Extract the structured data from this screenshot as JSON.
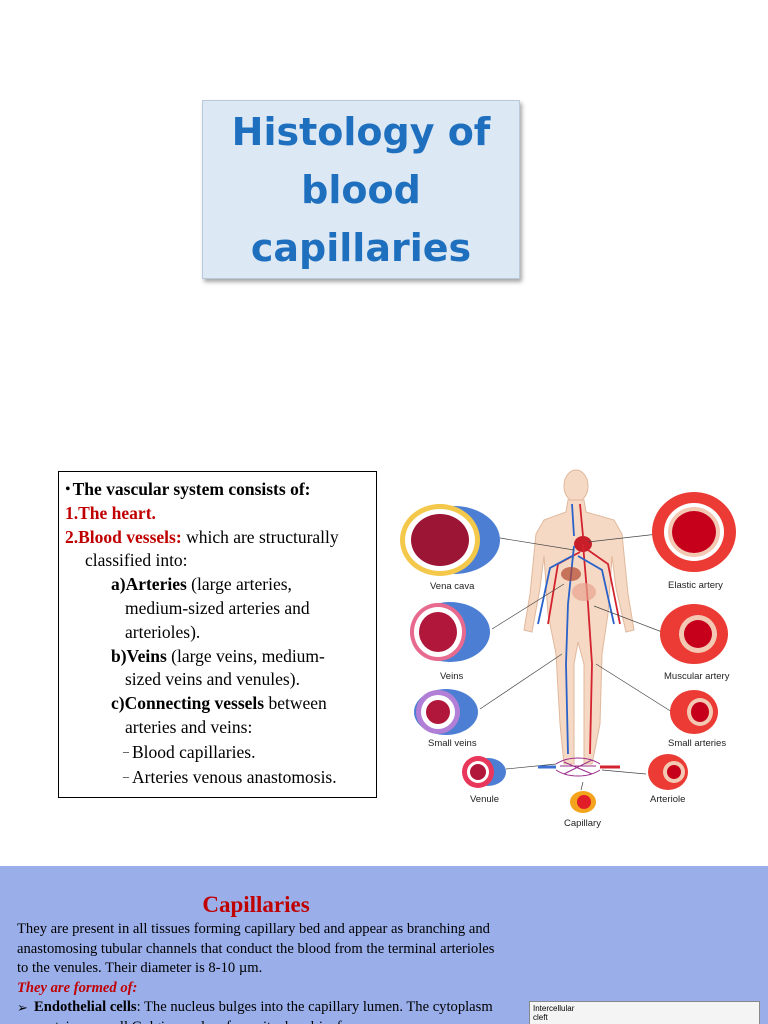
{
  "slide1": {
    "title": "Histology of blood capillaries"
  },
  "slide2": {
    "bullet_header": "The vascular system consists of:",
    "item1": "1.The heart.",
    "item2_label": "2.Blood vessels:",
    "item2_text": " which are structurally",
    "item2_cont": "classified into:",
    "a_label": "a)Arteries",
    "a_text": " (large arteries,",
    "a_cont1": "medium-sized arteries and",
    "a_cont2": "arterioles).",
    "b_label": "b)Veins",
    "b_text": " (large veins, medium-",
    "b_cont": "sized veins and venules).",
    "c_label": "c)Connecting vessels",
    "c_text": " between",
    "c_cont": "arteries and veins:",
    "dash1": "Blood capillaries.",
    "dash2": "Arteries venous anastomosis.",
    "diagram_labels": {
      "vena_cava": "Vena cava",
      "veins": "Veins",
      "small_veins": "Small veins",
      "venule": "Venule",
      "capillary": "Capillary",
      "elastic_artery": "Elastic artery",
      "muscular_artery": "Muscular artery",
      "small_arteries": "Small arteries",
      "arteriole": "Arteriole"
    }
  },
  "slide3": {
    "heading": "Capillaries",
    "intro": "They are present in all tissues forming capillary bed and appear as branching and anastomosing tubular channels that conduct the blood from the terminal arterioles to the venules.  Their diameter is 8-10 µm.",
    "formed_of": "They are formed of:",
    "endo_label": "Endothelial cells",
    "endo_text": ": The nucleus bulges into the capillary lumen. The cytoplasm contains a small Golgi complex, few mitochondria, free",
    "inset_label": "Intercellular cleft"
  },
  "colors": {
    "title_blue": "#1f6fbf",
    "title_box_bg": "#dce8f4",
    "accent_red": "#c00000",
    "slide3_bg": "#9aaeea"
  }
}
